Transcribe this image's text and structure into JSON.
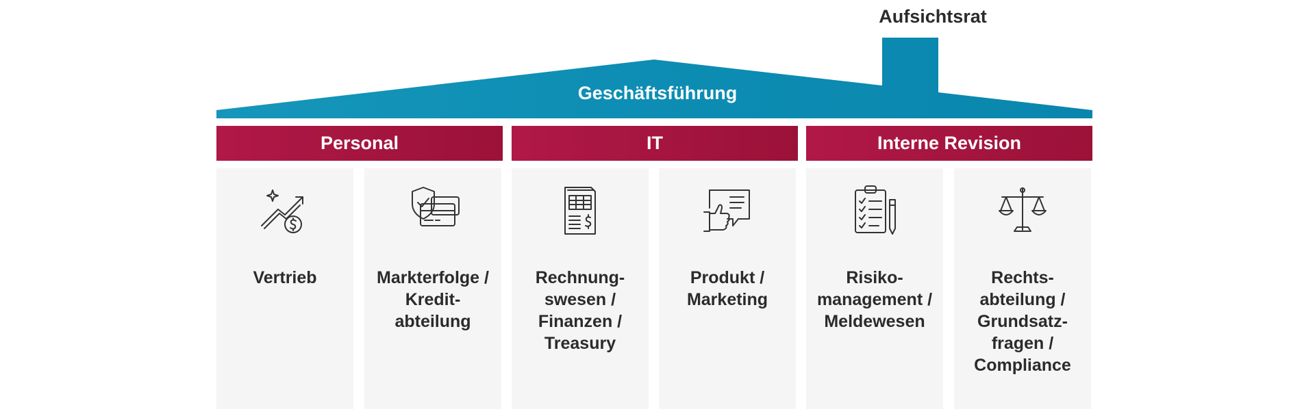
{
  "supervisory_board": "Aufsichtsrat",
  "management": "Geschäftsführung",
  "colors": {
    "roof_blue": "#0f8fb4",
    "department_red": "#a81640",
    "card_background": "#f5f5f5",
    "text": "#2b2b2b"
  },
  "departments": [
    {
      "label": "Personal"
    },
    {
      "label": "IT"
    },
    {
      "label": "Interne Revision"
    }
  ],
  "units": [
    {
      "label": "Vertrieb",
      "icon": "growth-dollar-icon"
    },
    {
      "label": "Markterfolge /\nKredit-\nabteilung",
      "icon": "shield-card-icon"
    },
    {
      "label": "Rechnung-\nswesen /\nFinanzen /\nTreasury",
      "icon": "spreadsheet-invoice-icon"
    },
    {
      "label": "Produkt /\nMarketing",
      "icon": "thumbs-up-message-icon"
    },
    {
      "label": "Risiko-\nmanagement /\nMeldewesen",
      "icon": "clipboard-checklist-icon"
    },
    {
      "label": "Rechts-\nabteilung /\nGrundsatz-\nfragen /\nCompliance",
      "icon": "scales-icon"
    }
  ]
}
